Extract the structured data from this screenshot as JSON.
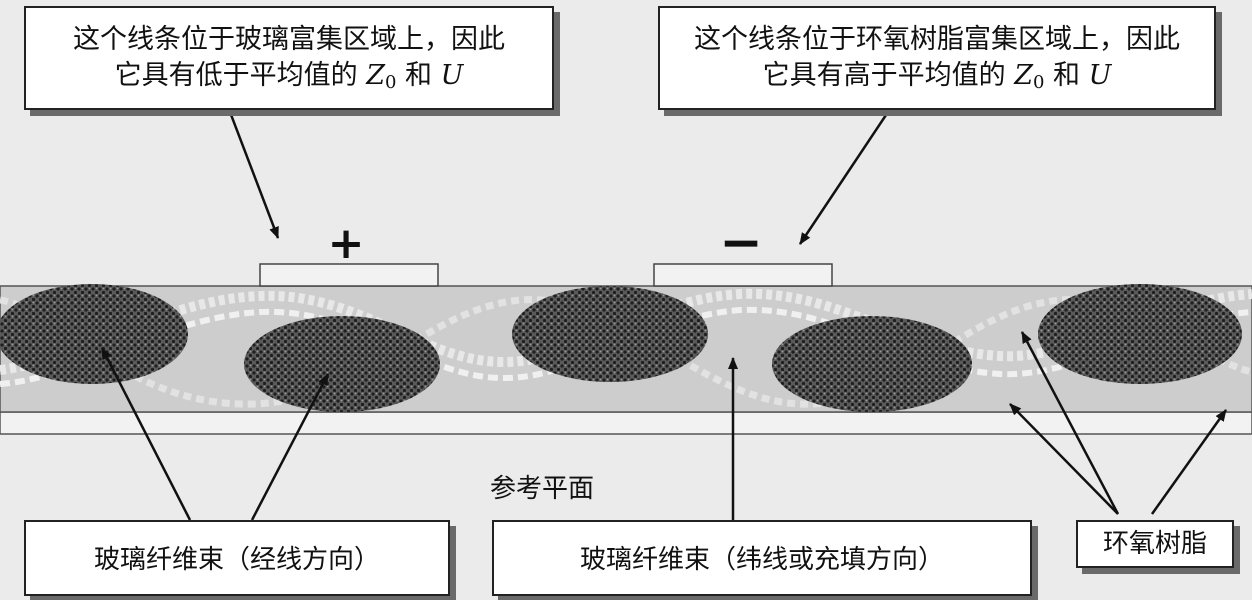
{
  "callouts": {
    "glass_rich": {
      "line1": "这个线条位于玻璃富集区域上，因此",
      "line2_prefix": "它具有低于平均值的 ",
      "z_symbol": "Z",
      "z_subscript": "0",
      "conjunction": " 和 ",
      "u_symbol": "U"
    },
    "epoxy_rich": {
      "line1": "这个线条位于环氧树脂富集区域上，因此",
      "line2_prefix": "它具有高于平均值的 ",
      "z_symbol": "Z",
      "z_subscript": "0",
      "conjunction": " 和 ",
      "u_symbol": "U"
    }
  },
  "signs": {
    "positive": "+",
    "negative": "−"
  },
  "labels": {
    "reference_plane": "参考平面",
    "warp_bundle": "玻璃纤维束（经线方向）",
    "fill_bundle": "玻璃纤维束（纬线或充填方向）",
    "epoxy_resin": "环氧树脂"
  },
  "colors": {
    "laminate": "#cfcfcf",
    "bundle_fill": "#3a3a3a",
    "trace": "#f2f2f2",
    "arrow": "#111111"
  }
}
